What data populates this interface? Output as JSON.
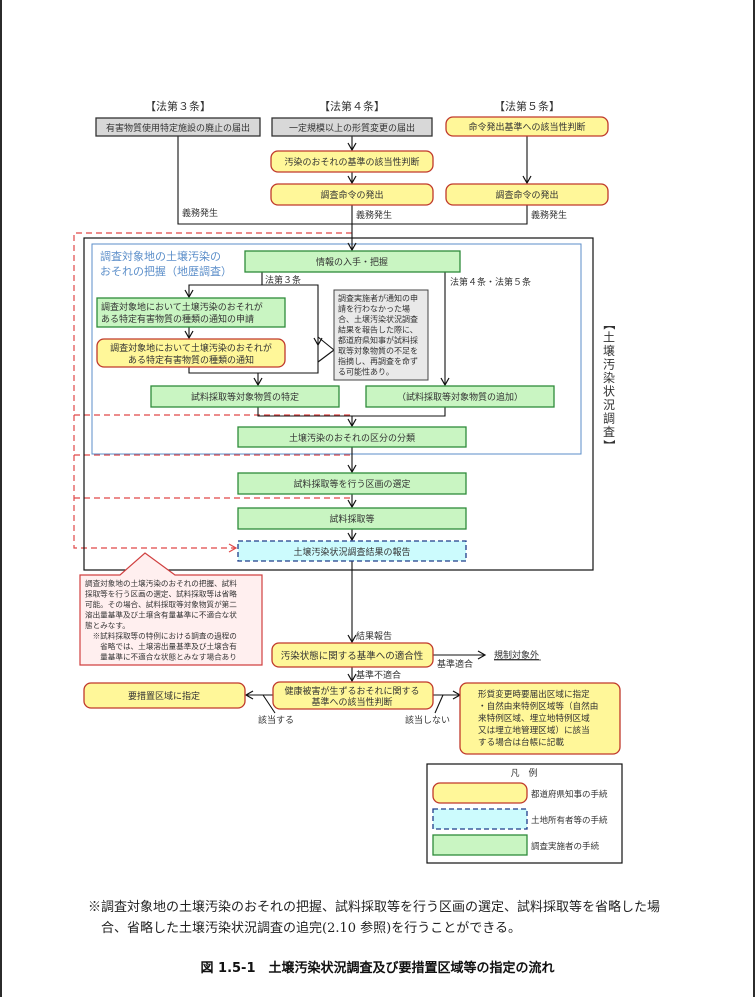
{
  "colors": {
    "prefecture_fill": "#fff799",
    "prefecture_stroke": "#c0392b",
    "landowner_fill": "#ccfbfd",
    "landowner_stroke": "#1f3d8a",
    "investigator_fill": "#c9f5c2",
    "investigator_stroke": "#2e8b3a",
    "notify_fill": "#d8d8d8",
    "notify_stroke": "#333333",
    "history_frame": "#5b8ec9",
    "omit_dash": "#e04848",
    "callout_fill": "#ffefef",
    "callout_stroke": "#d04040"
  },
  "articles": {
    "art3": "【法第３条】",
    "art4": "【法第４条】",
    "art5": "【法第５条】"
  },
  "boxes": {
    "abolition_notice": "有害物質使用特定施設の廃止の届出",
    "change_notice": "一定規模以上の形質変更の届出",
    "order_criteria": "命令発出基準への該当性判断",
    "risk_criteria": "汚染のおそれの基準の該当性判断",
    "order_issue_4": "調査命令の発出",
    "order_issue_5": "調査命令の発出",
    "info_gather": "情報の入手・把握",
    "apply_notice_l1": "調査対象地において土壌汚染のおそれが",
    "apply_notice_l2": "ある特定有害物質の種類の通知の申請",
    "notice_l1": "調査対象地において土壌汚染のおそれが",
    "notice_l2": "ある特定有害物質の種類の通知",
    "target_identify": "試料採取等対象物質の特定",
    "target_add": "（試料採取等対象物質の追加）",
    "classification": "土壌汚染のおそれの区分の分類",
    "section_select": "試料採取等を行う区画の選定",
    "sampling": "試料採取等",
    "report": "土壌汚染状況調査結果の報告",
    "compliance": "汚染状態に関する基準への適合性",
    "health_l1": "健康被害が生ずるおそれに関する",
    "health_l2": "基準への該当性判断",
    "designate": "要措置区域に指定",
    "change_area_lines": [
      "形質変更時要届出区域に指定",
      "・自然由来特例区域等（自然由",
      "来特例区域、埋立地特例区域",
      "又は埋立地管理区域）に該当",
      "する場合は台帳に記載"
    ]
  },
  "labels": {
    "obligation1": "義務発生",
    "obligation2": "義務発生",
    "obligation3": "義務発生",
    "art3_branch": "法第３条",
    "art45_branch": "法第４条・法第５条",
    "history_title_l1": "調査対象地の土壌汚染の",
    "history_title_l2": "おそれの把握（地歴調査）",
    "survey_vertical": [
      "【",
      "土",
      "壌",
      "汚",
      "染",
      "状",
      "況",
      "調",
      "査",
      "】"
    ],
    "result_report": "結果報告",
    "meets_standard": "基準適合",
    "not_meet_standard": "基準不適合",
    "out_of_scope": "規制対象外",
    "applicable": "該当する",
    "not_applicable": "該当しない"
  },
  "gray_note_lines": [
    "調査実施者が通知の申",
    "請を行わなかった場",
    "合、土壌汚染状況調査",
    "結果を報告した際に、",
    "都道府県知事が試料採",
    "取等対象物質の不足を",
    "指摘し、再調査を命ず",
    "る可能性あり。"
  ],
  "callout_lines": [
    "調査対象地の土壌汚染のおそれの把握、試料",
    "採取等を行う区画の選定、試料採取等は省略",
    "可能。その場合、試料採取等対象物質が第二",
    "溶出量基準及び土壌含有量基準に不適合な状",
    "態とみなす。",
    "　※試料採取等の特例における調査の過程の",
    "　　省略では、土壌溶出量基準及び土壌含有",
    "　　量基準に不適合な状態とみなす場合あり"
  ],
  "legend": {
    "title": "凡　例",
    "items": [
      {
        "kind": "prefecture",
        "label": "都道府県知事の手続"
      },
      {
        "kind": "landowner",
        "label": "土地所有者等の手続"
      },
      {
        "kind": "investigator",
        "label": "調査実施者の手続"
      }
    ]
  },
  "footnote": {
    "line1": "※調査対象地の土壌汚染のおそれの把握、試料採取等を行う区画の選定、試料採取等を省略した場",
    "line2": "　合、省略した土壌汚染状況調査の追完(2.10 参照)を行うことができる。"
  },
  "caption": "図 1.5-1　土壌汚染状況調査及び要措置区域等の指定の流れ"
}
